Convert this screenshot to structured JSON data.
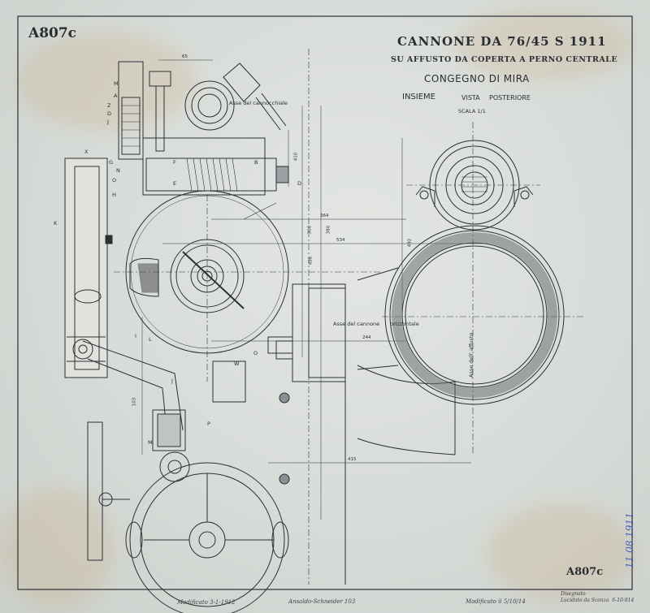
{
  "sheet": {
    "code_top": "A807c",
    "code_bottom": "A807c",
    "title_main": "CANNONE DA 76/45 S 1911",
    "title_sub": "SU AFFUSTO DA COPERTA A PERNO CENTRALE",
    "title_group": "CONGEGNO DI MIRA",
    "view_left": "INSIEME",
    "view_mid": "VISTA",
    "view_right": "POSTERIORE",
    "scale": "SCALA 1/1"
  },
  "annotations": {
    "axis_sight": "Asse del cannocchiale",
    "axis_gun": "Asse del cannone",
    "axis_horizontal": "orizzontale",
    "axis_mount": "Asse dell' affusto"
  },
  "part_labels": [
    "M",
    "A",
    "Z",
    "D",
    "J",
    "X",
    "G",
    "N",
    "F",
    "O",
    "H",
    "E",
    "B",
    "D",
    "K",
    "J",
    "L",
    "I",
    "P",
    "M",
    "O",
    "W"
  ],
  "dimensions": {
    "d65": "65",
    "d364": "364",
    "d534": "534",
    "d244": "244",
    "d415": "415",
    "d410": "410",
    "d492": "492",
    "d300": "300",
    "d380": "380",
    "d456": "456",
    "d103": "103"
  },
  "footer": {
    "note_1": "Modificato  3-1-1912",
    "note_2": "Ansaldo-Schneider  103",
    "note_3": "Modificato il 5/10/14",
    "note_4": "Disegnato\nLucidato da Sconza  6-10-914"
  },
  "stamp": "11.08.1911"
}
